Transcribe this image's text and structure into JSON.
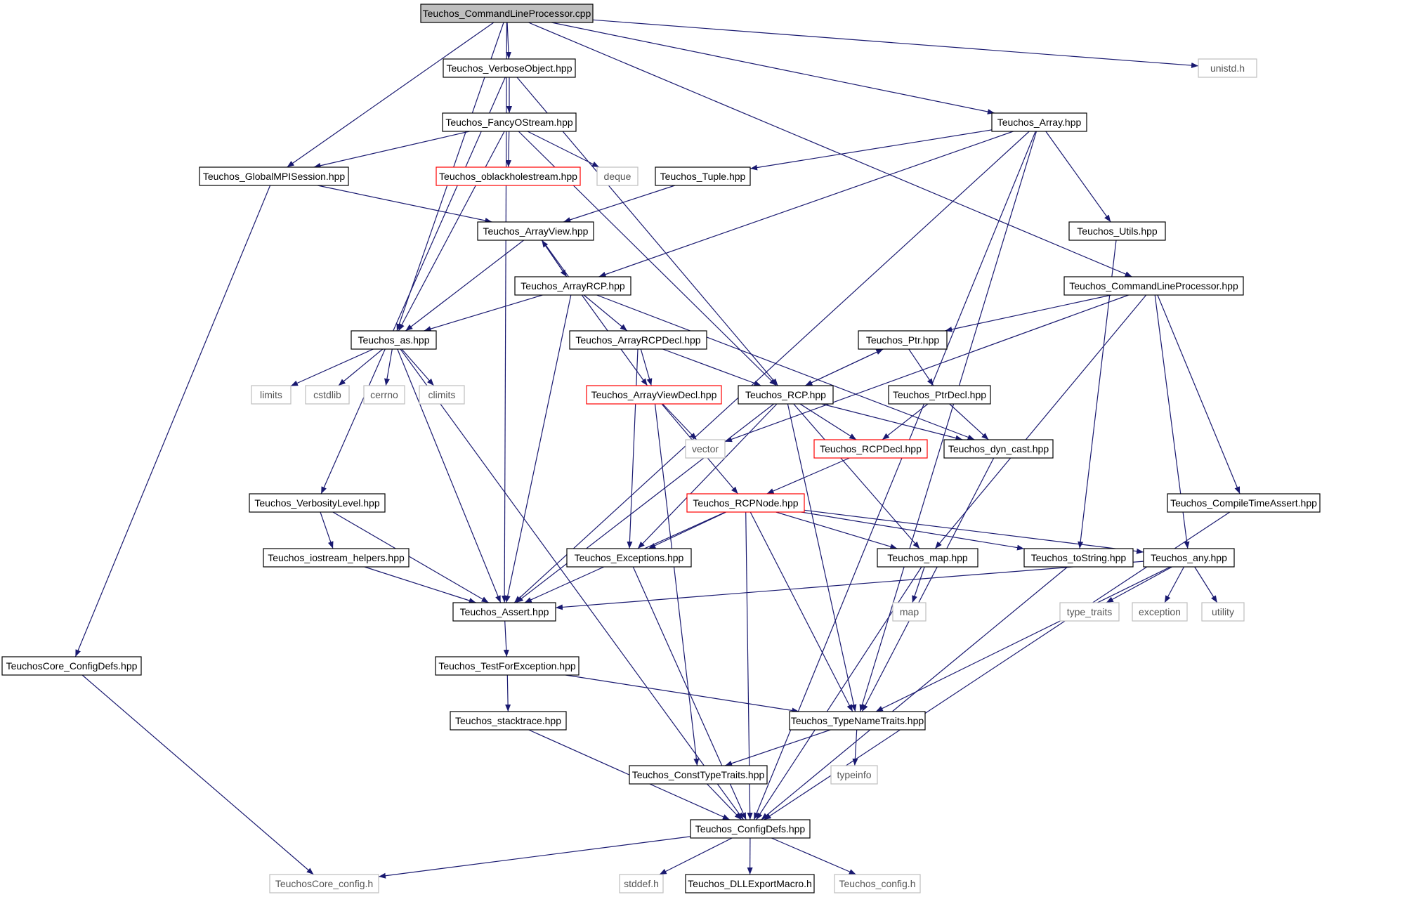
{
  "colors": {
    "edge": "#191970",
    "arrowhead": "#191970",
    "root_fill": "#bfbfbf",
    "normal_border": "#000000",
    "truncated_border": "#ff0000",
    "system_border": "#bfbfbf",
    "text_normal": "#000000",
    "text_system": "#555555"
  },
  "nodes": [
    {
      "id": "root",
      "label": "Teuchos_CommandLineProcessor.cpp",
      "kind": "root"
    },
    {
      "id": "verbose_object",
      "label": "Teuchos_VerboseObject.hpp",
      "kind": "normal"
    },
    {
      "id": "unistd",
      "label": "unistd.h",
      "kind": "system"
    },
    {
      "id": "array",
      "label": "Teuchos_Array.hpp",
      "kind": "normal"
    },
    {
      "id": "fancy_ostream",
      "label": "Teuchos_FancyOStream.hpp",
      "kind": "normal"
    },
    {
      "id": "global_mpi_session",
      "label": "Teuchos_GlobalMPISession.hpp",
      "kind": "normal"
    },
    {
      "id": "oblackholestream",
      "label": "Teuchos_oblackholestream.hpp",
      "kind": "truncated"
    },
    {
      "id": "deque",
      "label": "deque",
      "kind": "system"
    },
    {
      "id": "tuple",
      "label": "Teuchos_Tuple.hpp",
      "kind": "normal"
    },
    {
      "id": "array_view",
      "label": "Teuchos_ArrayView.hpp",
      "kind": "normal"
    },
    {
      "id": "utils",
      "label": "Teuchos_Utils.hpp",
      "kind": "normal"
    },
    {
      "id": "array_rcp",
      "label": "Teuchos_ArrayRCP.hpp",
      "kind": "normal"
    },
    {
      "id": "clp_hpp",
      "label": "Teuchos_CommandLineProcessor.hpp",
      "kind": "normal"
    },
    {
      "id": "as",
      "label": "Teuchos_as.hpp",
      "kind": "normal"
    },
    {
      "id": "array_rcp_decl",
      "label": "Teuchos_ArrayRCPDecl.hpp",
      "kind": "normal"
    },
    {
      "id": "ptr",
      "label": "Teuchos_Ptr.hpp",
      "kind": "normal"
    },
    {
      "id": "limits",
      "label": "limits",
      "kind": "system"
    },
    {
      "id": "cstdlib",
      "label": "cstdlib",
      "kind": "system"
    },
    {
      "id": "cerrno",
      "label": "cerrno",
      "kind": "system"
    },
    {
      "id": "climits",
      "label": "climits",
      "kind": "system"
    },
    {
      "id": "array_view_decl",
      "label": "Teuchos_ArrayViewDecl.hpp",
      "kind": "truncated"
    },
    {
      "id": "rcp",
      "label": "Teuchos_RCP.hpp",
      "kind": "normal"
    },
    {
      "id": "ptr_decl",
      "label": "Teuchos_PtrDecl.hpp",
      "kind": "normal"
    },
    {
      "id": "vector",
      "label": "vector",
      "kind": "system"
    },
    {
      "id": "rcp_decl",
      "label": "Teuchos_RCPDecl.hpp",
      "kind": "truncated"
    },
    {
      "id": "dyn_cast",
      "label": "Teuchos_dyn_cast.hpp",
      "kind": "normal"
    },
    {
      "id": "verbosity_level",
      "label": "Teuchos_VerbosityLevel.hpp",
      "kind": "normal"
    },
    {
      "id": "rcp_node",
      "label": "Teuchos_RCPNode.hpp",
      "kind": "truncated"
    },
    {
      "id": "compile_time_assert",
      "label": "Teuchos_CompileTimeAssert.hpp",
      "kind": "normal"
    },
    {
      "id": "iostream_helpers",
      "label": "Teuchos_iostream_helpers.hpp",
      "kind": "normal"
    },
    {
      "id": "exceptions",
      "label": "Teuchos_Exceptions.hpp",
      "kind": "normal"
    },
    {
      "id": "map_hpp",
      "label": "Teuchos_map.hpp",
      "kind": "normal"
    },
    {
      "id": "to_string",
      "label": "Teuchos_toString.hpp",
      "kind": "normal"
    },
    {
      "id": "any",
      "label": "Teuchos_any.hpp",
      "kind": "normal"
    },
    {
      "id": "assert",
      "label": "Teuchos_Assert.hpp",
      "kind": "normal"
    },
    {
      "id": "map",
      "label": "map",
      "kind": "system"
    },
    {
      "id": "type_traits",
      "label": "type_traits",
      "kind": "system"
    },
    {
      "id": "exception",
      "label": "exception",
      "kind": "system"
    },
    {
      "id": "utility",
      "label": "utility",
      "kind": "system"
    },
    {
      "id": "core_config_defs",
      "label": "TeuchosCore_ConfigDefs.hpp",
      "kind": "normal"
    },
    {
      "id": "test_for_exception",
      "label": "Teuchos_TestForException.hpp",
      "kind": "normal"
    },
    {
      "id": "stacktrace",
      "label": "Teuchos_stacktrace.hpp",
      "kind": "normal"
    },
    {
      "id": "type_name_traits",
      "label": "Teuchos_TypeNameTraits.hpp",
      "kind": "normal"
    },
    {
      "id": "const_type_traits",
      "label": "Teuchos_ConstTypeTraits.hpp",
      "kind": "normal"
    },
    {
      "id": "typeinfo",
      "label": "typeinfo",
      "kind": "system"
    },
    {
      "id": "config_defs",
      "label": "Teuchos_ConfigDefs.hpp",
      "kind": "normal"
    },
    {
      "id": "core_config_h",
      "label": "TeuchosCore_config.h",
      "kind": "system"
    },
    {
      "id": "stddef",
      "label": "stddef.h",
      "kind": "system"
    },
    {
      "id": "dll_export",
      "label": "Teuchos_DLLExportMacro.h",
      "kind": "normal"
    },
    {
      "id": "config_h",
      "label": "Teuchos_config.h",
      "kind": "system"
    }
  ],
  "edges": [
    [
      "root",
      "verbose_object"
    ],
    [
      "root",
      "unistd"
    ],
    [
      "root",
      "array"
    ],
    [
      "root",
      "global_mpi_session"
    ],
    [
      "root",
      "as"
    ],
    [
      "root",
      "assert"
    ],
    [
      "root",
      "clp_hpp"
    ],
    [
      "verbose_object",
      "fancy_ostream"
    ],
    [
      "verbose_object",
      "rcp"
    ],
    [
      "verbose_object",
      "verbosity_level"
    ],
    [
      "fancy_ostream",
      "global_mpi_session"
    ],
    [
      "fancy_ostream",
      "oblackholestream"
    ],
    [
      "fancy_ostream",
      "deque"
    ],
    [
      "fancy_ostream",
      "as"
    ],
    [
      "fancy_ostream",
      "rcp"
    ],
    [
      "global_mpi_session",
      "array_view"
    ],
    [
      "global_mpi_session",
      "core_config_defs"
    ],
    [
      "array",
      "tuple"
    ],
    [
      "array",
      "array_rcp"
    ],
    [
      "array",
      "utils"
    ],
    [
      "array",
      "assert"
    ],
    [
      "array",
      "type_name_traits"
    ],
    [
      "array",
      "config_defs"
    ],
    [
      "tuple",
      "array_view"
    ],
    [
      "array_view",
      "array_rcp"
    ],
    [
      "array_view",
      "as"
    ],
    [
      "array_view",
      "array_view_decl"
    ],
    [
      "array_rcp",
      "array_view"
    ],
    [
      "array_rcp",
      "as"
    ],
    [
      "array_rcp",
      "array_rcp_decl"
    ],
    [
      "array_rcp",
      "assert"
    ],
    [
      "array_rcp",
      "dyn_cast"
    ],
    [
      "array_rcp_decl",
      "array_view_decl"
    ],
    [
      "array_rcp_decl",
      "rcp"
    ],
    [
      "array_rcp_decl",
      "exceptions"
    ],
    [
      "utils",
      "to_string"
    ],
    [
      "clp_hpp",
      "ptr"
    ],
    [
      "clp_hpp",
      "vector"
    ],
    [
      "clp_hpp",
      "map_hpp"
    ],
    [
      "clp_hpp",
      "any"
    ],
    [
      "clp_hpp",
      "compile_time_assert"
    ],
    [
      "as",
      "limits"
    ],
    [
      "as",
      "cstdlib"
    ],
    [
      "as",
      "cerrno"
    ],
    [
      "as",
      "climits"
    ],
    [
      "as",
      "assert"
    ],
    [
      "as",
      "config_defs"
    ],
    [
      "ptr",
      "rcp"
    ],
    [
      "ptr",
      "ptr_decl"
    ],
    [
      "rcp",
      "ptr"
    ],
    [
      "rcp",
      "rcp_decl"
    ],
    [
      "rcp",
      "dyn_cast"
    ],
    [
      "rcp",
      "assert"
    ],
    [
      "rcp",
      "exceptions"
    ],
    [
      "rcp",
      "map_hpp"
    ],
    [
      "rcp",
      "type_name_traits"
    ],
    [
      "ptr_decl",
      "rcp_decl"
    ],
    [
      "ptr_decl",
      "dyn_cast"
    ],
    [
      "array_view_decl",
      "vector"
    ],
    [
      "array_view_decl",
      "rcp_node"
    ],
    [
      "array_view_decl",
      "const_type_traits"
    ],
    [
      "rcp_decl",
      "rcp_node"
    ],
    [
      "dyn_cast",
      "type_name_traits"
    ],
    [
      "rcp_node",
      "exceptions"
    ],
    [
      "rcp_node",
      "map_hpp"
    ],
    [
      "rcp_node",
      "to_string"
    ],
    [
      "rcp_node",
      "any"
    ],
    [
      "rcp_node",
      "assert"
    ],
    [
      "rcp_node",
      "type_name_traits"
    ],
    [
      "rcp_node",
      "config_defs"
    ],
    [
      "verbosity_level",
      "iostream_helpers"
    ],
    [
      "verbosity_level",
      "assert"
    ],
    [
      "iostream_helpers",
      "assert"
    ],
    [
      "compile_time_assert",
      "config_defs"
    ],
    [
      "exceptions",
      "config_defs"
    ],
    [
      "map_hpp",
      "map"
    ],
    [
      "map_hpp",
      "config_defs"
    ],
    [
      "to_string",
      "config_defs"
    ],
    [
      "any",
      "assert"
    ],
    [
      "any",
      "type_traits"
    ],
    [
      "any",
      "exception"
    ],
    [
      "any",
      "utility"
    ],
    [
      "any",
      "type_name_traits"
    ],
    [
      "assert",
      "test_for_exception"
    ],
    [
      "test_for_exception",
      "stacktrace"
    ],
    [
      "test_for_exception",
      "type_name_traits"
    ],
    [
      "stacktrace",
      "config_defs"
    ],
    [
      "type_name_traits",
      "const_type_traits"
    ],
    [
      "type_name_traits",
      "typeinfo"
    ],
    [
      "const_type_traits",
      "config_defs"
    ],
    [
      "core_config_defs",
      "core_config_h"
    ],
    [
      "config_defs",
      "core_config_h"
    ],
    [
      "config_defs",
      "stddef"
    ],
    [
      "config_defs",
      "dll_export"
    ],
    [
      "config_defs",
      "config_h"
    ]
  ]
}
